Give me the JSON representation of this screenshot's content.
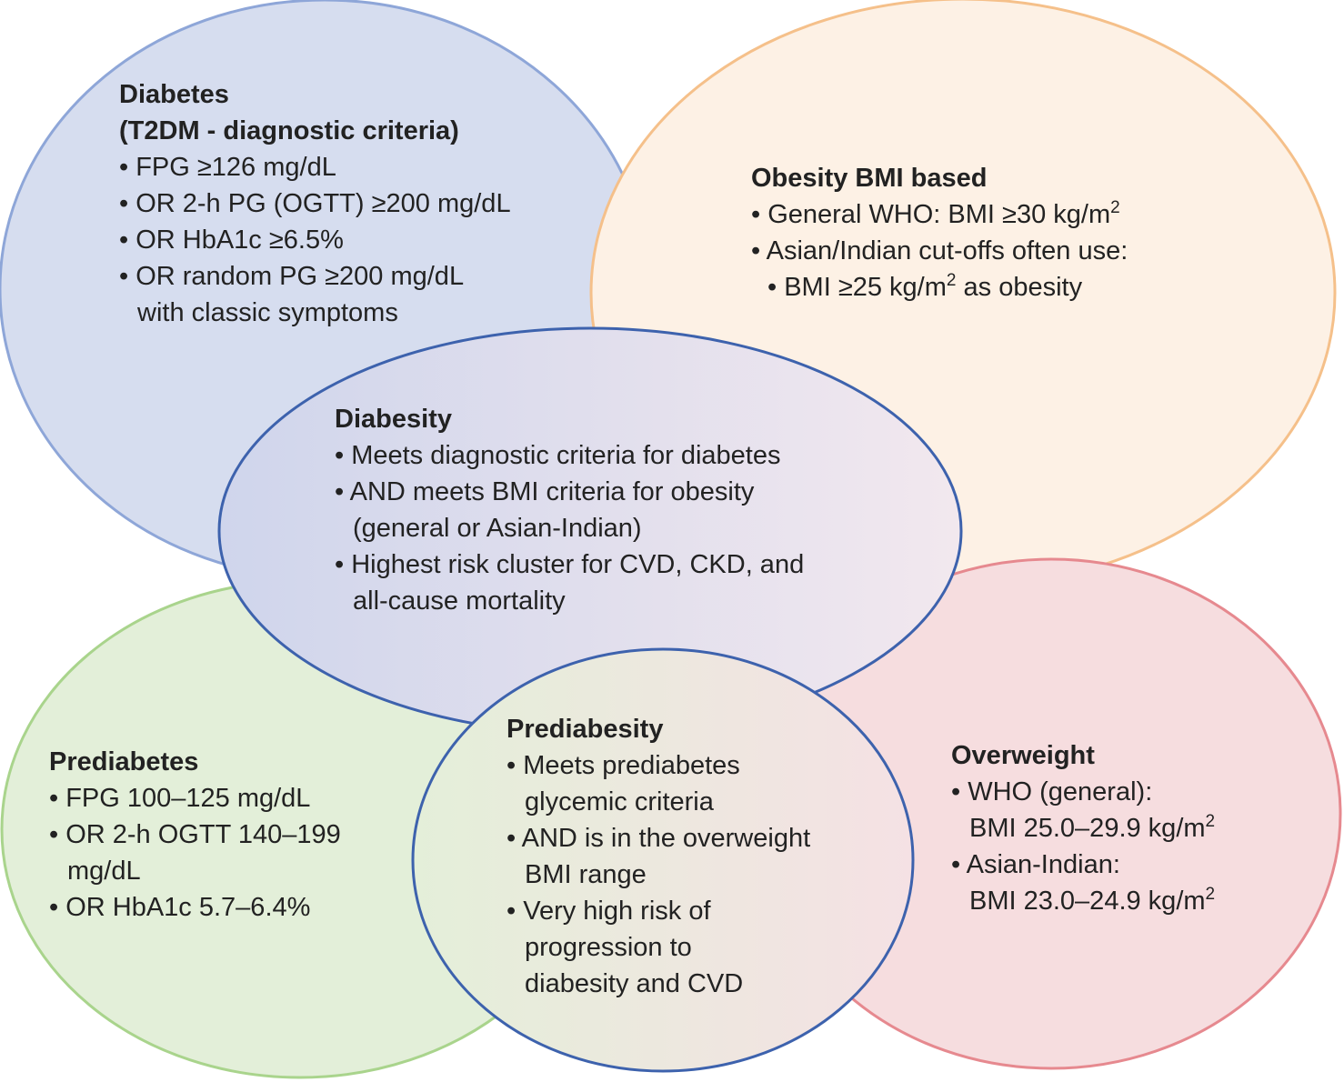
{
  "colors": {
    "diabetes_fill": "#d6ddef",
    "diabetes_stroke": "#8ea6d8",
    "obesity_fill": "#fdf1e5",
    "obesity_stroke": "#f5c08a",
    "prediabetes_fill": "#e3efd9",
    "prediabetes_stroke": "#a9d48c",
    "overweight_fill": "#f6dddf",
    "overweight_stroke": "#e6898f",
    "overlap_stroke": "#3d62ad",
    "text": "#222222"
  },
  "diabetes": {
    "title_line1": "Diabetes",
    "title_line2": "(T2DM - diagnostic criteria)",
    "item1": "• FPG ≥126 mg/dL",
    "item2": "• OR 2-h PG (OGTT) ≥200 mg/dL",
    "item3": "• OR HbA1c ≥6.5%",
    "item4_line1": "• OR random PG ≥200 mg/dL",
    "item4_line2": "with classic symptoms"
  },
  "obesity": {
    "title": "Obesity BMI based",
    "item1": "• General WHO: BMI ≥30 kg/m",
    "item1_sup": "2",
    "item2": "• Asian/Indian cut-offs often use:",
    "subitem1": "• BMI ≥25 kg/m",
    "subitem1_sup": "2",
    "subitem1_tail": " as obesity"
  },
  "diabesity": {
    "title": "Diabesity",
    "item1": "• Meets diagnostic criteria for diabetes",
    "item2_line1": "• AND meets BMI criteria for obesity",
    "item2_line2": "(general or Asian-Indian)",
    "item3_line1": "• Highest risk cluster for CVD, CKD, and",
    "item3_line2": "all-cause mortality"
  },
  "prediabetes": {
    "title": "Prediabetes",
    "item1": "• FPG 100–125 mg/dL",
    "item2_line1": "• OR 2-h OGTT 140–199",
    "item2_line2": "mg/dL",
    "item3": "• OR HbA1c 5.7–6.4%"
  },
  "prediabesity": {
    "title": "Prediabesity",
    "item1_line1": "• Meets prediabetes",
    "item1_line2": "glycemic criteria",
    "item2_line1": "• AND is in the overweight",
    "item2_line2": "BMI range",
    "item3_line1": "• Very high risk of",
    "item3_line2": "progression to",
    "item3_line3": "diabesity and CVD"
  },
  "overweight": {
    "title": "Overweight",
    "item1_line1": "• WHO (general):",
    "item1_line2": "BMI 25.0–29.9 kg/m",
    "item1_sup": "2",
    "item2_line1": "• Asian-Indian:",
    "item2_line2": "BMI 23.0–24.9 kg/m",
    "item2_sup": "2"
  }
}
